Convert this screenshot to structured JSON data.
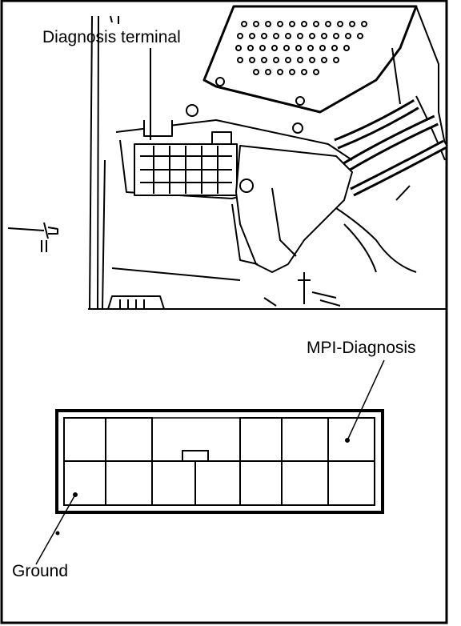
{
  "labels": {
    "diagnosis_terminal": "Diagnosis terminal",
    "mpi_diagnosis": "MPI-Diagnosis",
    "ground": "Ground"
  },
  "colors": {
    "ink": "#000000",
    "paper": "#ffffff"
  },
  "connector": {
    "top_row_cavities": 6,
    "bottom_row_cavities": 7,
    "highlighted_cavities": [
      "MPI-Diagnosis",
      "Ground"
    ]
  }
}
